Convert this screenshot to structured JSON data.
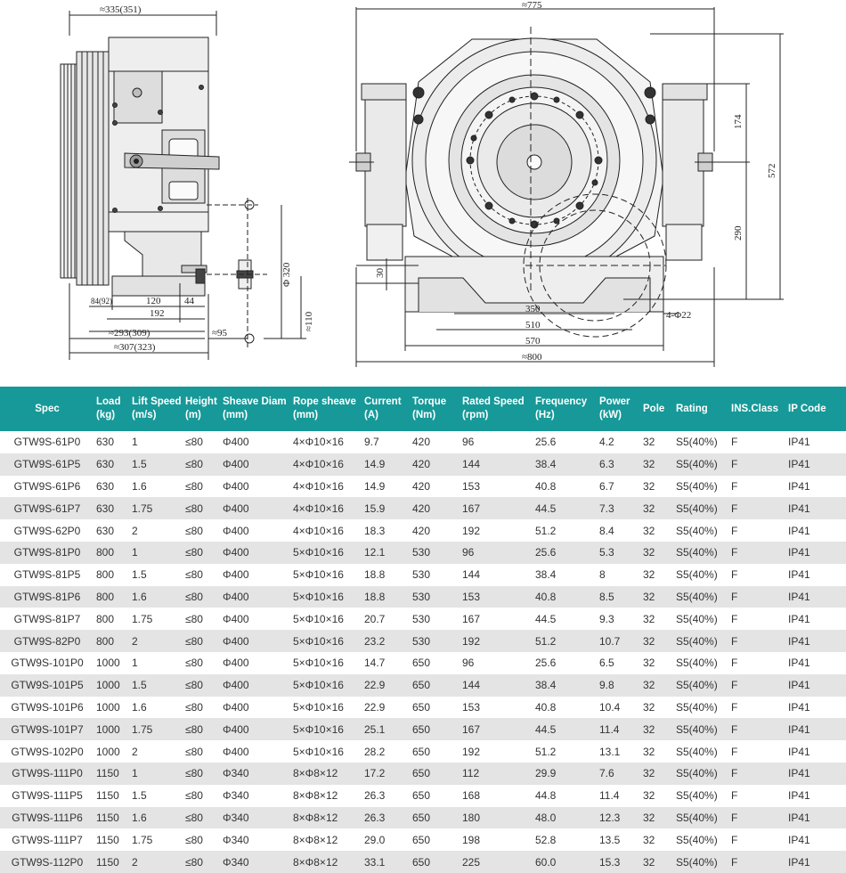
{
  "drawing": {
    "side_view": {
      "top_width": "≈335(351)",
      "left_offset": "84(92)",
      "dim_120": "120",
      "dim_44": "44",
      "dim_192": "192",
      "dim_293": "≈293(309)",
      "dim_307": "≈307(323)",
      "dim_95": "≈95",
      "dim_phi320": "Φ 320",
      "dim_110": "≈110"
    },
    "front_view": {
      "top_width": "≈775",
      "dim_174": "174",
      "dim_572": "572",
      "dim_290": "290",
      "dim_30": "30",
      "dim_350": "350",
      "dim_510": "510",
      "dim_570": "570",
      "dim_800": "≈800",
      "holes": "4-Φ22"
    }
  },
  "table": {
    "headers": [
      "Spec",
      "Load\n(kg)",
      "Lift Speed\n(m/s)",
      "Height\n(m)",
      "Sheave Diam\n(mm)",
      "Rope sheave\n(mm)",
      "Current\n(A)",
      "Torque\n(Nm)",
      "Rated Speed\n(rpm)",
      "Frequency\n(Hz)",
      "Power\n(kW)",
      "Pole",
      "Rating",
      "INS.Class",
      "IP Code"
    ],
    "rows": [
      [
        "GTW9S-61P0",
        "630",
        "1",
        "≤80",
        "Φ400",
        "4×Φ10×16",
        "9.7",
        "420",
        "96",
        "25.6",
        "4.2",
        "32",
        "S5(40%)",
        "F",
        "IP41"
      ],
      [
        "GTW9S-61P5",
        "630",
        "1.5",
        "≤80",
        "Φ400",
        "4×Φ10×16",
        "14.9",
        "420",
        "144",
        "38.4",
        "6.3",
        "32",
        "S5(40%)",
        "F",
        "IP41"
      ],
      [
        "GTW9S-61P6",
        "630",
        "1.6",
        "≤80",
        "Φ400",
        "4×Φ10×16",
        "14.9",
        "420",
        "153",
        "40.8",
        "6.7",
        "32",
        "S5(40%)",
        "F",
        "IP41"
      ],
      [
        "GTW9S-61P7",
        "630",
        "1.75",
        "≤80",
        "Φ400",
        "4×Φ10×16",
        "15.9",
        "420",
        "167",
        "44.5",
        "7.3",
        "32",
        "S5(40%)",
        "F",
        "IP41"
      ],
      [
        "GTW9S-62P0",
        "630",
        "2",
        "≤80",
        "Φ400",
        "4×Φ10×16",
        "18.3",
        "420",
        "192",
        "51.2",
        "8.4",
        "32",
        "S5(40%)",
        "F",
        "IP41"
      ],
      [
        "GTW9S-81P0",
        "800",
        "1",
        "≤80",
        "Φ400",
        "5×Φ10×16",
        "12.1",
        "530",
        "96",
        "25.6",
        "5.3",
        "32",
        "S5(40%)",
        "F",
        "IP41"
      ],
      [
        "GTW9S-81P5",
        "800",
        "1.5",
        "≤80",
        "Φ400",
        "5×Φ10×16",
        "18.8",
        "530",
        "144",
        "38.4",
        "8",
        "32",
        "S5(40%)",
        "F",
        "IP41"
      ],
      [
        "GTW9S-81P6",
        "800",
        "1.6",
        "≤80",
        "Φ400",
        "5×Φ10×16",
        "18.8",
        "530",
        "153",
        "40.8",
        "8.5",
        "32",
        "S5(40%)",
        "F",
        "IP41"
      ],
      [
        "GTW9S-81P7",
        "800",
        "1.75",
        "≤80",
        "Φ400",
        "5×Φ10×16",
        "20.7",
        "530",
        "167",
        "44.5",
        "9.3",
        "32",
        "S5(40%)",
        "F",
        "IP41"
      ],
      [
        "GTW9S-82P0",
        "800",
        "2",
        "≤80",
        "Φ400",
        "5×Φ10×16",
        "23.2",
        "530",
        "192",
        "51.2",
        "10.7",
        "32",
        "S5(40%)",
        "F",
        "IP41"
      ],
      [
        "GTW9S-101P0",
        "1000",
        "1",
        "≤80",
        "Φ400",
        "5×Φ10×16",
        "14.7",
        "650",
        "96",
        "25.6",
        "6.5",
        "32",
        "S5(40%)",
        "F",
        "IP41"
      ],
      [
        "GTW9S-101P5",
        "1000",
        "1.5",
        "≤80",
        "Φ400",
        "5×Φ10×16",
        "22.9",
        "650",
        "144",
        "38.4",
        "9.8",
        "32",
        "S5(40%)",
        "F",
        "IP41"
      ],
      [
        "GTW9S-101P6",
        "1000",
        "1.6",
        "≤80",
        "Φ400",
        "5×Φ10×16",
        "22.9",
        "650",
        "153",
        "40.8",
        "10.4",
        "32",
        "S5(40%)",
        "F",
        "IP41"
      ],
      [
        "GTW9S-101P7",
        "1000",
        "1.75",
        "≤80",
        "Φ400",
        "5×Φ10×16",
        "25.1",
        "650",
        "167",
        "44.5",
        "11.4",
        "32",
        "S5(40%)",
        "F",
        "IP41"
      ],
      [
        "GTW9S-102P0",
        "1000",
        "2",
        "≤80",
        "Φ400",
        "5×Φ10×16",
        "28.2",
        "650",
        "192",
        "51.2",
        "13.1",
        "32",
        "S5(40%)",
        "F",
        "IP41"
      ],
      [
        "GTW9S-111P0",
        "1150",
        "1",
        "≤80",
        "Φ340",
        "8×Φ8×12",
        "17.2",
        "650",
        "112",
        "29.9",
        "7.6",
        "32",
        "S5(40%)",
        "F",
        "IP41"
      ],
      [
        "GTW9S-111P5",
        "1150",
        "1.5",
        "≤80",
        "Φ340",
        "8×Φ8×12",
        "26.3",
        "650",
        "168",
        "44.8",
        "11.4",
        "32",
        "S5(40%)",
        "F",
        "IP41"
      ],
      [
        "GTW9S-111P6",
        "1150",
        "1.6",
        "≤80",
        "Φ340",
        "8×Φ8×12",
        "26.3",
        "650",
        "180",
        "48.0",
        "12.3",
        "32",
        "S5(40%)",
        "F",
        "IP41"
      ],
      [
        "GTW9S-111P7",
        "1150",
        "1.75",
        "≤80",
        "Φ340",
        "8×Φ8×12",
        "29.0",
        "650",
        "198",
        "52.8",
        "13.5",
        "32",
        "S5(40%)",
        "F",
        "IP41"
      ],
      [
        "GTW9S-112P0",
        "1150",
        "2",
        "≤80",
        "Φ340",
        "8×Φ8×12",
        "33.1",
        "650",
        "225",
        "60.0",
        "15.3",
        "32",
        "S5(40%)",
        "F",
        "IP41"
      ]
    ]
  }
}
